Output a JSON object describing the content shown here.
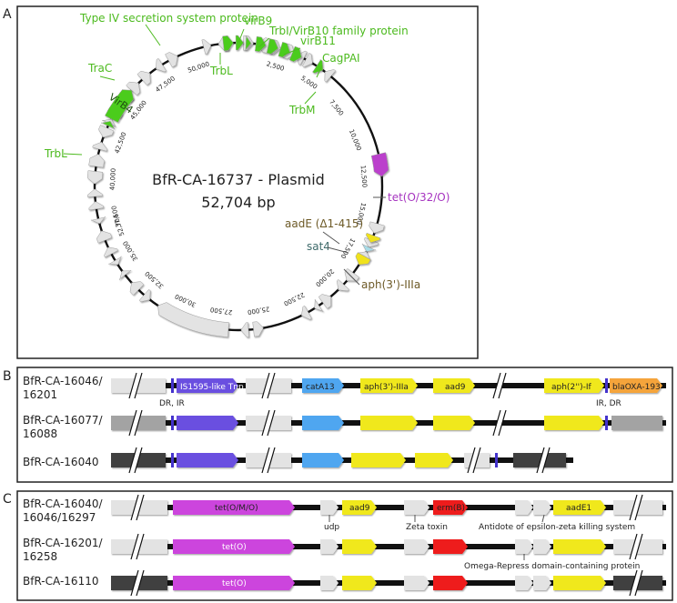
{
  "panels": {
    "a": "A",
    "b": "B",
    "c": "C"
  },
  "panel_a": {
    "title_line1": "BfR-CA-16737 - Plasmid",
    "title_line2": "52,704 bp",
    "ticks": [
      "2,500",
      "5,000",
      "7,500",
      "10,000",
      "12,500",
      "15,000",
      "17,500",
      "20,000",
      "22,500",
      "25,000",
      "27,500",
      "30,000",
      "32,500",
      "35,000",
      "37,500",
      "40,000",
      "42,500",
      "45,000",
      "47,500",
      "50,000",
      "52,704"
    ],
    "gene_labels": {
      "type4": "Type IV secretion system protein",
      "virb9": "virB9",
      "trbi": "TrbI/VirB10 family protein",
      "virb11": "virB11",
      "cagpai": "CagPAI",
      "trbm": "TrbM",
      "trbl_top": "TrbL",
      "trac": "TraC",
      "virb4": "VirB4",
      "trbl_left": "TrbL",
      "tet": "tet(O/32/O)",
      "aade": "aadE (Δ1-415)",
      "sat4": "sat4",
      "aph": "aph(3')-IIIa"
    },
    "colors": {
      "t4ss": "#4ccc1a",
      "tet": "#bb3fcc",
      "aminoglycoside": "#f0e21a",
      "sat4": "#a8dce8",
      "other": "#e3e3e3",
      "aade_label": "#6d5a27",
      "sat4_label": "#3f6b6b"
    }
  },
  "panel_b": {
    "rows": [
      {
        "label_line1": "BfR-CA-16046/",
        "label_line2": "16201"
      },
      {
        "label_line1": "BfR-CA-16077/",
        "label_line2": "16088"
      },
      {
        "label_line1": "BfR-CA-16040",
        "label_line2": ""
      }
    ],
    "genes": {
      "is1595": "IS1595-like Tnp",
      "cata13": "catA13",
      "aph3": "aph(3')-IIIa",
      "aad9": "aad9",
      "aph2": "aph(2'')-If",
      "blaoxa": "blaOXA-193"
    },
    "annotations": {
      "dr_ir": "DR, IR",
      "ir_dr": "IR, DR"
    },
    "colors": {
      "is": "#6a4fe0",
      "cat": "#4fa6f0",
      "yellow": "#f0e81a",
      "bla": "#f5a43a"
    }
  },
  "panel_c": {
    "rows": [
      {
        "label_line1": "BfR-CA-16040/",
        "label_line2": "16046/16297"
      },
      {
        "label_line1": "BfR-CA-16201/",
        "label_line2": "16258"
      },
      {
        "label_line1": "BfR-CA-16110",
        "label_line2": ""
      }
    ],
    "genes": {
      "tet_row1": "tet(O/M/O)",
      "tet_row2": "tet(O)",
      "tet_row3": "tet(O)",
      "aad9": "aad9",
      "ermb": "erm(B)",
      "aade1": "aadE1"
    },
    "annotations": {
      "udp": "udp",
      "zeta": "Zeta toxin",
      "antidote": "Antidote of epsilon-zeta killing system",
      "omega": "Omega-Repress domain-containing protein"
    },
    "colors": {
      "tet": "#cc44dd",
      "erm": "#ee1a1a",
      "yellow": "#f0e81a"
    }
  }
}
